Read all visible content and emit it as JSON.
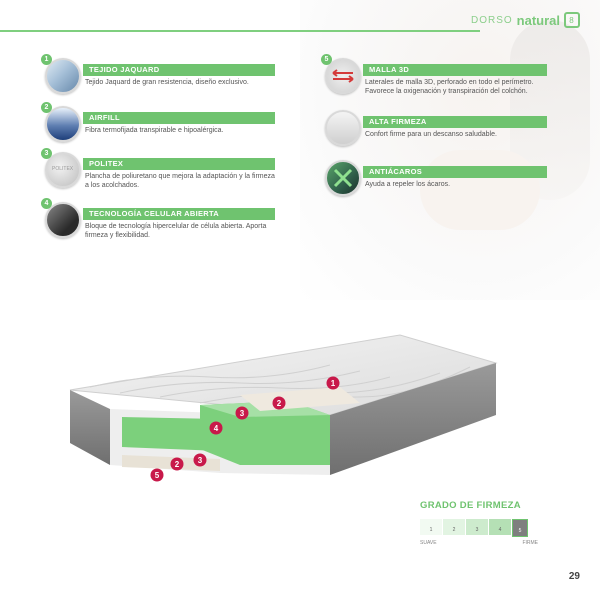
{
  "header": {
    "brand_prefix": "DORSO",
    "brand_name": "natural",
    "brand_mark": "8"
  },
  "features": [
    {
      "num": "1",
      "title": "TEJIDO JAQUARD",
      "desc": "Tejido Jaquard de gran resistencia, diseño exclusivo.",
      "icon": "jaquard-fabric-icon"
    },
    {
      "num": "2",
      "title": "AIRFILL",
      "desc": "Fibra termofijada transpirable e hipoalérgica.",
      "icon": "airfill-fiber-icon"
    },
    {
      "num": "3",
      "title": "POLITEX",
      "desc": "Plancha de poliuretano que mejora la adaptación y la firmeza a los acolchados.",
      "icon": "politex-foam-icon",
      "icon_text": "POLITEX"
    },
    {
      "num": "4",
      "title": "TECNOLOGÍA CELULAR ABIERTA",
      "desc": "Bloque de tecnología hipercelular de célula abierta. Aporta firmeza y flexibilidad.",
      "icon": "open-cell-foam-icon"
    },
    {
      "num": "5",
      "title": "MALLA 3D",
      "desc": "Laterales de malla 3D, perforado en todo el perímetro. Favorece la oxigenación y transpiración del colchón.",
      "icon": "3d-mesh-icon"
    },
    {
      "num": "",
      "title": "ALTA FIRMEZA",
      "desc": "Confort firme para un descanso saludable.",
      "icon": "high-firmness-icon"
    },
    {
      "num": "",
      "title": "ANTIÁCAROS",
      "desc": "Ayuda a repeler los ácaros.",
      "icon": "anti-mite-icon"
    }
  ],
  "mattress_labels": [
    "1",
    "2",
    "3",
    "4",
    "2",
    "3",
    "5"
  ],
  "firmness": {
    "title": "GRADO DE FIRMEZA",
    "levels": [
      "1",
      "2",
      "3",
      "4",
      "5"
    ],
    "selected": "5",
    "low_label": "SUAVE",
    "high_label": "FIRME"
  },
  "page_number": "29",
  "colors": {
    "accent_green": "#6fc36f",
    "layer_green": "#7cd07c",
    "badge_red": "#c8194a"
  }
}
